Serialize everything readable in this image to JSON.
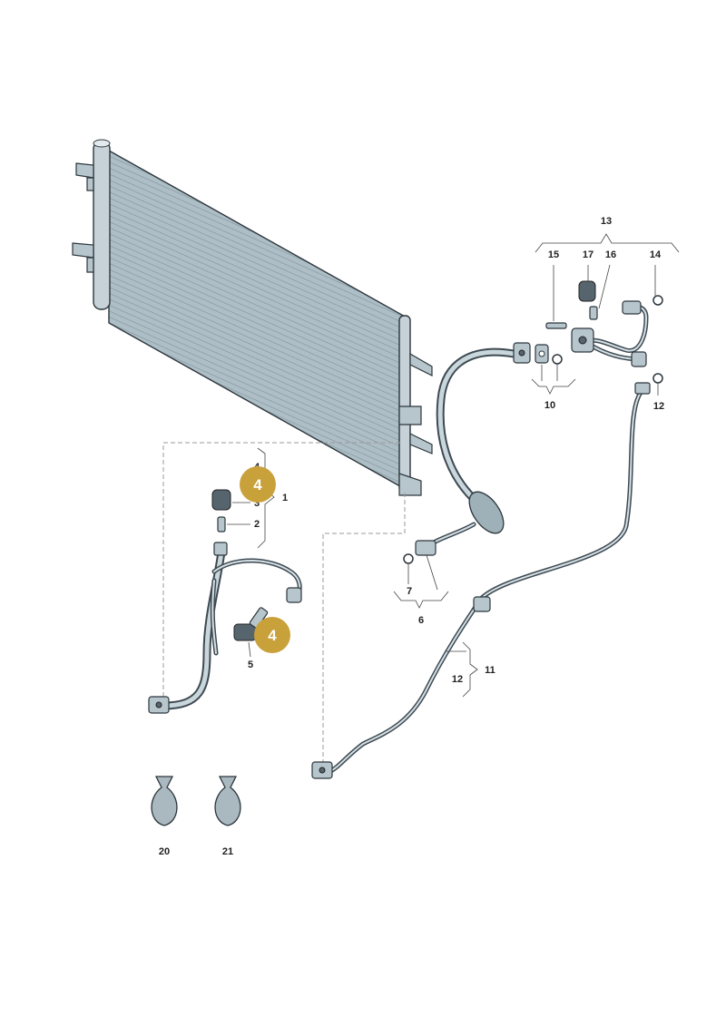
{
  "labels": {
    "l1": "1",
    "l2": "2",
    "l3": "3",
    "l4": "4",
    "l5": "5",
    "l6": "6",
    "l7": "7",
    "l10": "10",
    "l11": "11",
    "l12a": "12",
    "l12b": "12",
    "l13": "13",
    "l14": "14",
    "l15": "15",
    "l16": "16",
    "l17": "17",
    "l20": "20",
    "l21": "21"
  },
  "badges": {
    "badge_a": "4",
    "badge_b": "4"
  },
  "colors": {
    "badge": "#c9a13b",
    "condenser": "#a9bac2",
    "metal": "#b7c5cc",
    "outline": "#2c363c"
  }
}
